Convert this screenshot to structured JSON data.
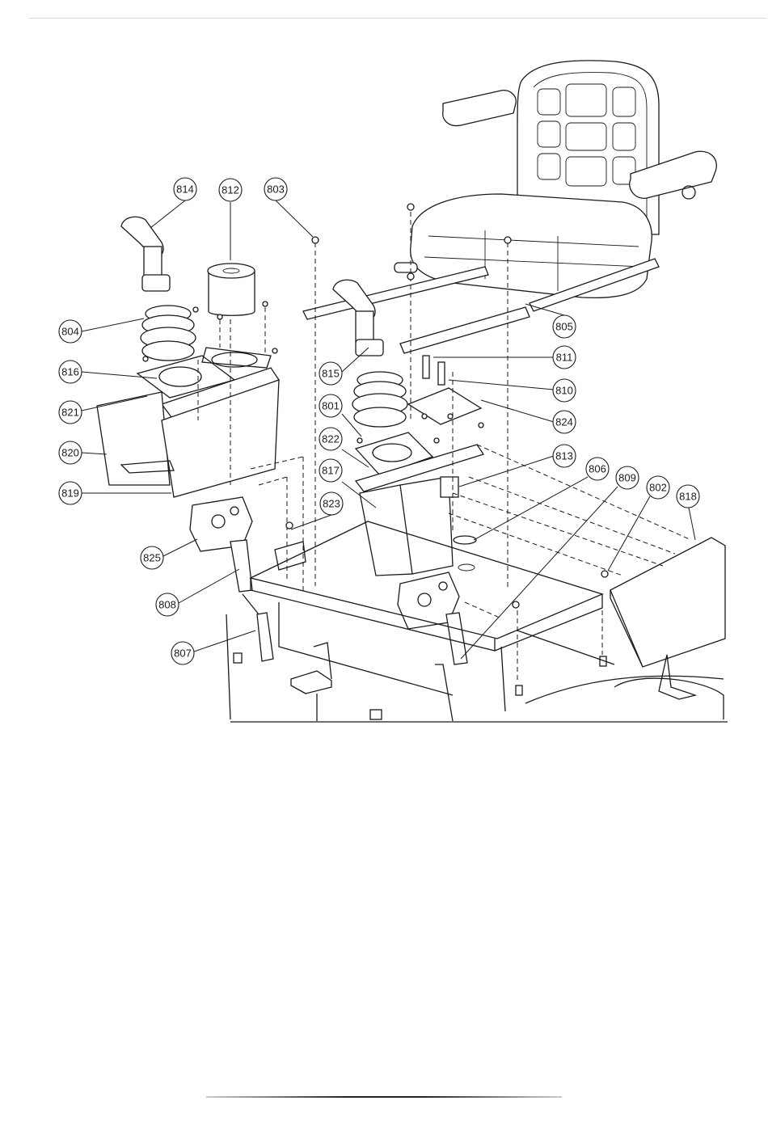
{
  "callouts": [
    {
      "id": "814",
      "label": "814"
    },
    {
      "id": "812",
      "label": "812"
    },
    {
      "id": "803",
      "label": "803"
    },
    {
      "id": "804",
      "label": "804"
    },
    {
      "id": "816",
      "label": "816"
    },
    {
      "id": "821",
      "label": "821"
    },
    {
      "id": "820",
      "label": "820"
    },
    {
      "id": "819",
      "label": "819"
    },
    {
      "id": "825",
      "label": "825"
    },
    {
      "id": "808",
      "label": "808"
    },
    {
      "id": "807",
      "label": "807"
    },
    {
      "id": "815",
      "label": "815"
    },
    {
      "id": "801",
      "label": "801"
    },
    {
      "id": "822",
      "label": "822"
    },
    {
      "id": "817",
      "label": "817"
    },
    {
      "id": "823",
      "label": "823"
    },
    {
      "id": "805",
      "label": "805"
    },
    {
      "id": "811",
      "label": "811"
    },
    {
      "id": "810",
      "label": "810"
    },
    {
      "id": "824",
      "label": "824"
    },
    {
      "id": "813",
      "label": "813"
    },
    {
      "id": "806",
      "label": "806"
    },
    {
      "id": "809",
      "label": "809"
    },
    {
      "id": "802",
      "label": "802"
    },
    {
      "id": "818",
      "label": "818"
    }
  ]
}
